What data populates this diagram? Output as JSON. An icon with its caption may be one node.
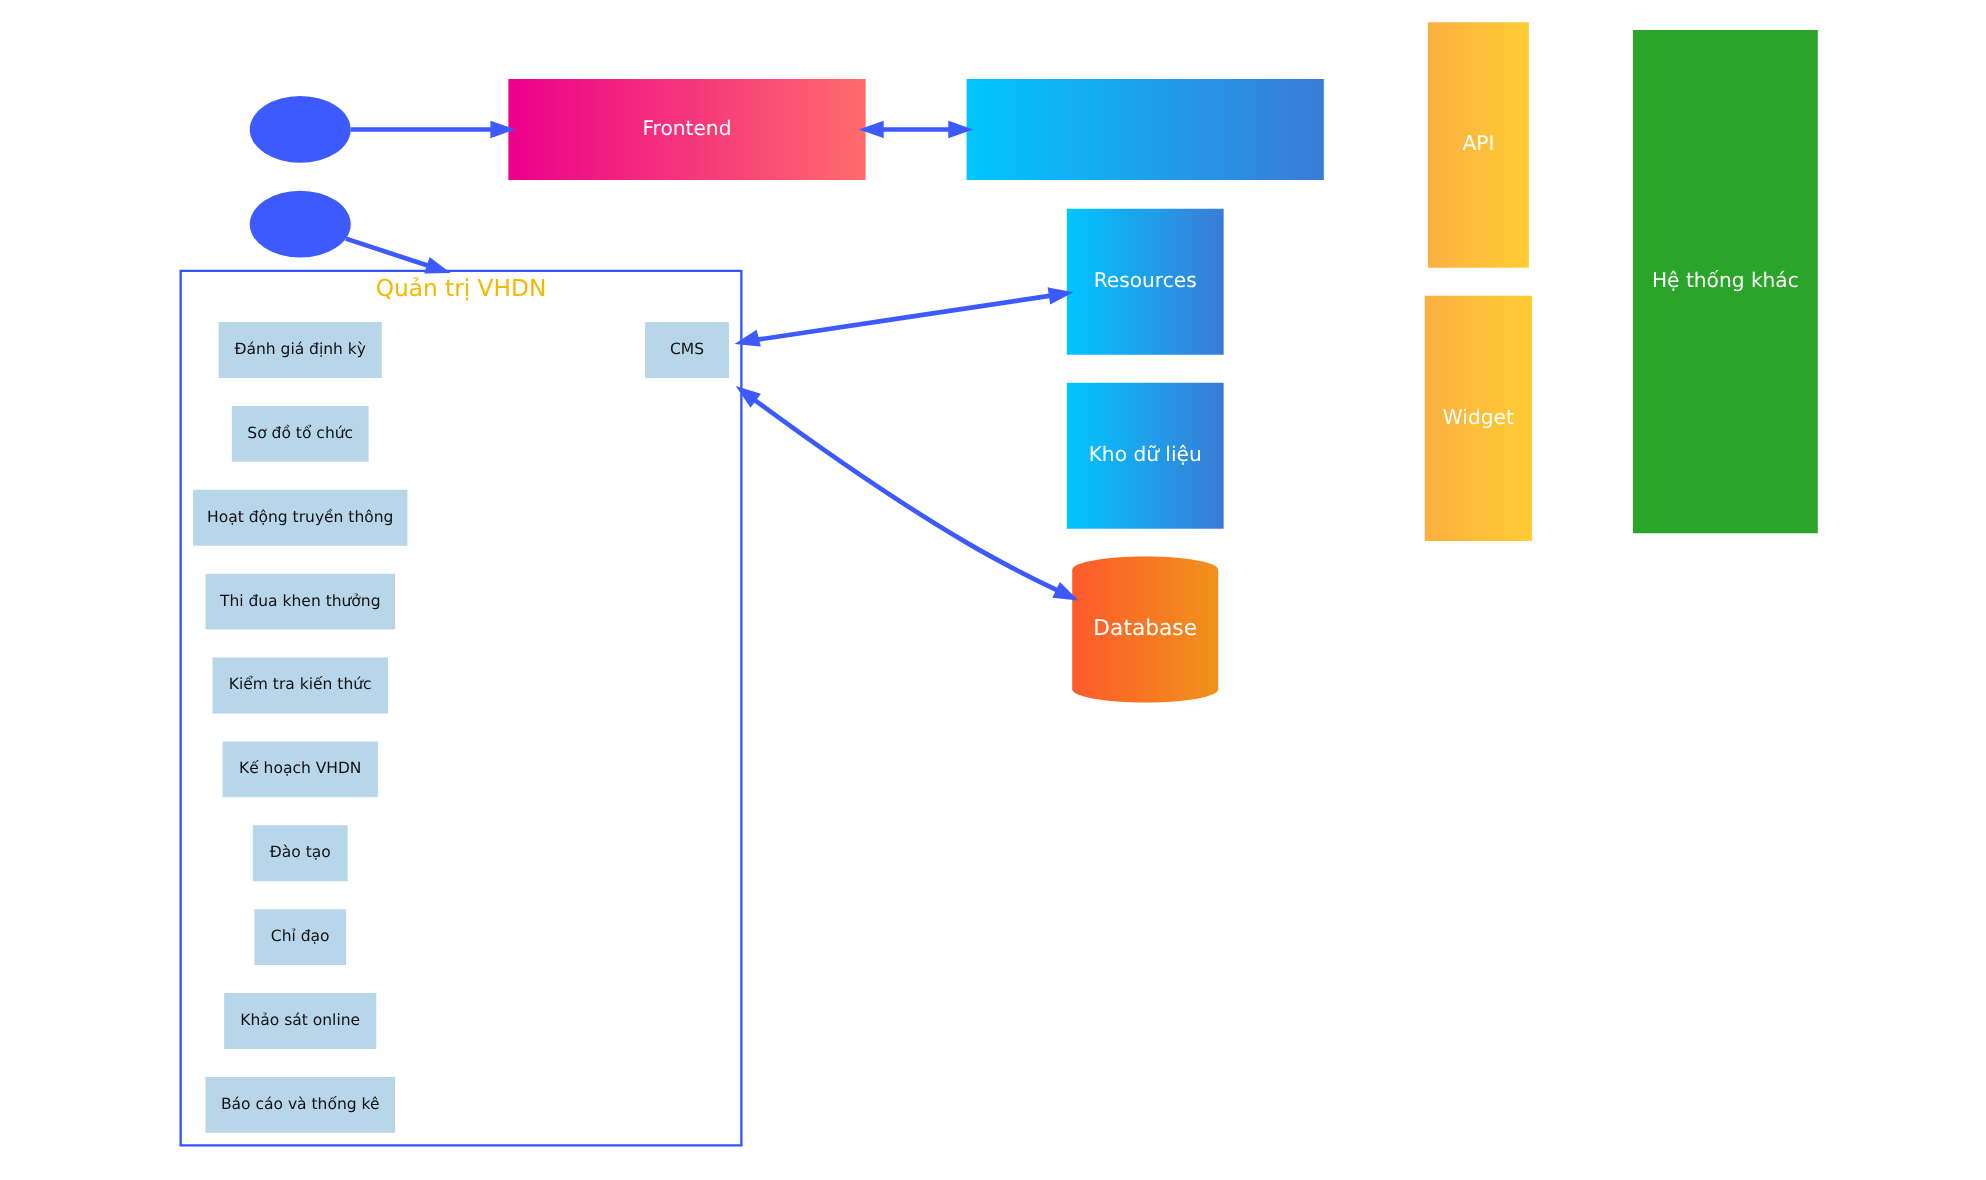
{
  "diagram": {
    "nodes": [
      {
        "text": [],
        "shape": "person"
      },
      {
        "text": [
          "Frontend"
        ]
      },
      {
        "text": [],
        "shape": "box"
      },
      {
        "text": [],
        "shape": "person"
      },
      {
        "text": [
          "Quản trị VHDN"
        ]
      },
      {
        "text": [
          "CMS"
        ],
        "in": 4
      },
      {
        "text": [
          "Đánh giá định kỳ"
        ],
        "in": 4
      },
      {
        "text": [
          "Sơ đồ tổ chức"
        ],
        "in": 4
      },
      {
        "text": [
          "Hoạt động truyền thông"
        ],
        "in": 4
      },
      {
        "text": [
          "Thi đua khen thưởng"
        ],
        "in": 4
      },
      {
        "text": [
          "Kiểm tra kiến thức"
        ],
        "in": 4
      },
      {
        "text": [
          "Kế hoạch VHDN"
        ],
        "in": 4
      },
      {
        "text": [
          "Đào tạo"
        ],
        "in": 4
      },
      {
        "text": [
          "Chỉ đạo"
        ],
        "in": 4
      },
      {
        "text": [
          "Khảo sát online"
        ],
        "in": 4
      },
      {
        "text": [
          "Báo cáo và thống kê"
        ],
        "in": 4
      },
      {
        "text": [
          "Resources"
        ]
      },
      {
        "text": [
          "Kho dữ liệu"
        ]
      },
      {
        "text": [
          "API"
        ]
      },
      {
        "text": [
          "Widget"
        ]
      },
      {
        "text": [
          "Hệ thống khác"
        ]
      },
      {
        "text": [
          "Database"
        ]
      }
    ],
    "edges": [
      {
        "from": 0,
        "to": 1,
        "arrow": "to"
      },
      {
        "from": 1,
        "to": 2,
        "arrow": "both"
      },
      {
        "from": 3,
        "to": 4,
        "arrow": "to"
      },
      {
        "from": 4,
        "to": 16,
        "arrow": "both"
      },
      {
        "from": 4,
        "to": 21,
        "arrow": "both"
      }
    ]
  }
}
